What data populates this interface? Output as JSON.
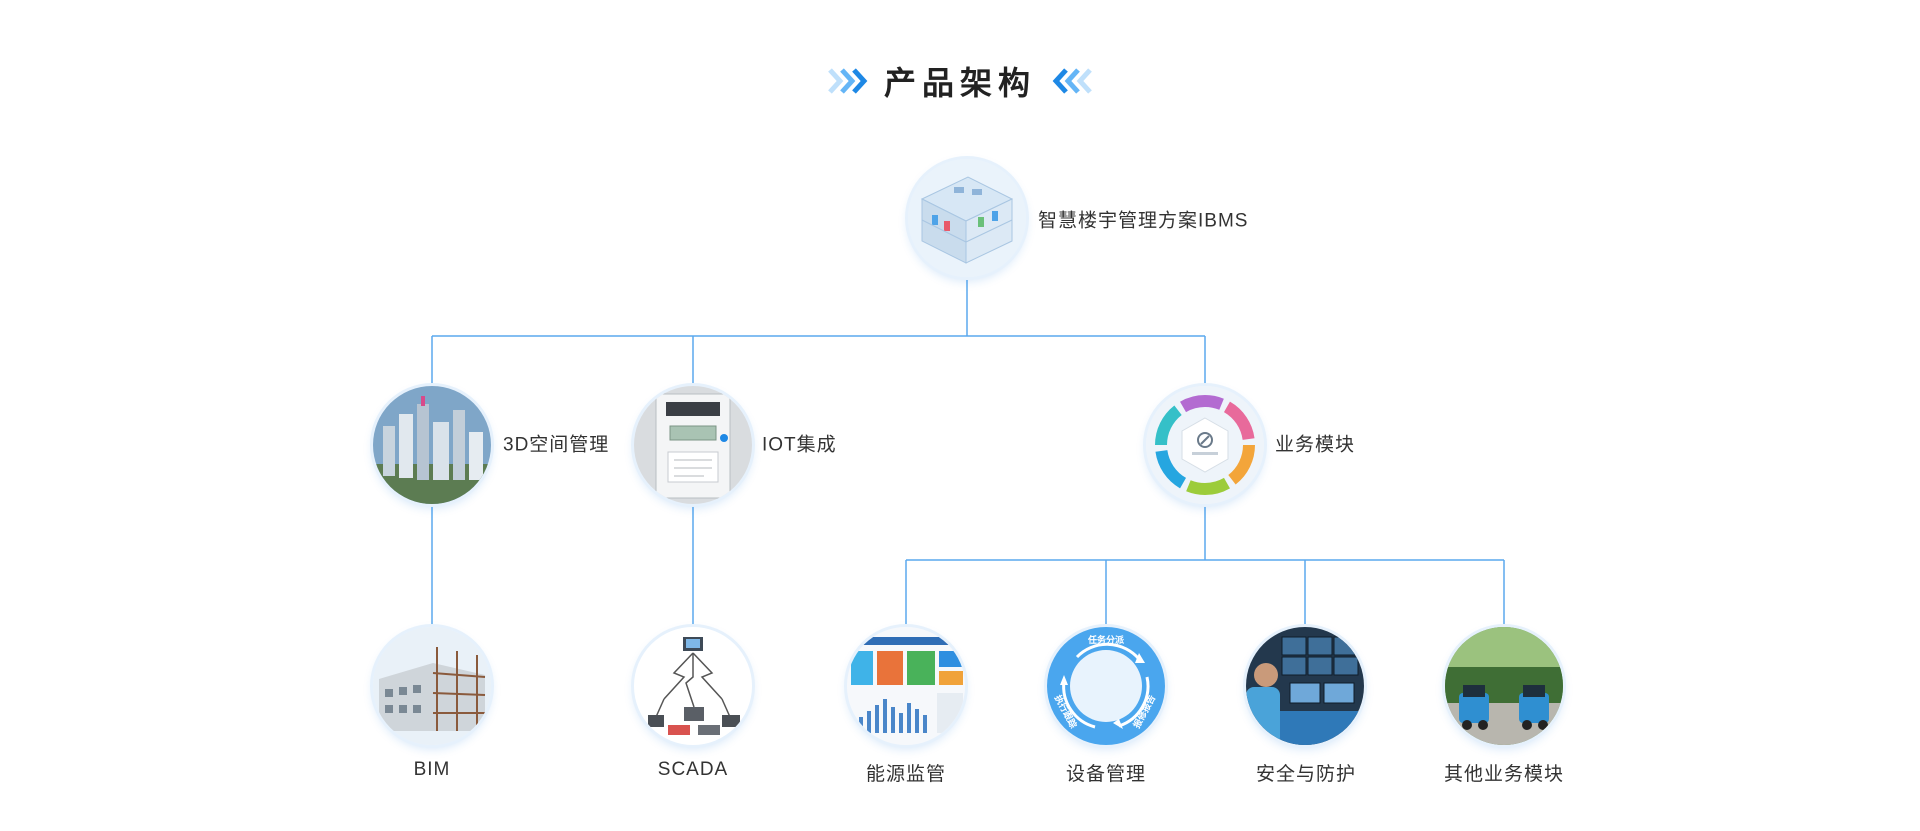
{
  "title": "产品架构",
  "colors": {
    "accent": "#1e88e5",
    "connector": "#5aa9ee",
    "title": "#222222"
  },
  "nodes": {
    "root": {
      "label": "智慧楼宇管理方案IBMS",
      "icon": "isometric-building-icon"
    },
    "space3d": {
      "label": "3D空间管理",
      "icon": "city-3d-icon"
    },
    "iot": {
      "label": "IOT集成",
      "icon": "electric-meter-icon"
    },
    "business": {
      "label": "业务模块",
      "icon": "module-ring-icon"
    },
    "bim": {
      "label": "BIM",
      "icon": "construction-building-icon"
    },
    "scada": {
      "label": "SCADA",
      "icon": "network-topology-icon"
    },
    "energy": {
      "label": "能源监管",
      "icon": "energy-dashboard-icon"
    },
    "device": {
      "label": "设备管理",
      "icon": "device-cycle-icon",
      "cycle_steps": [
        "任务分派",
        "报修报告",
        "执行跟踪"
      ]
    },
    "security": {
      "label": "安全与防护",
      "icon": "monitoring-room-icon"
    },
    "other": {
      "label": "其他业务模块",
      "icon": "cleaning-machine-icon"
    }
  }
}
